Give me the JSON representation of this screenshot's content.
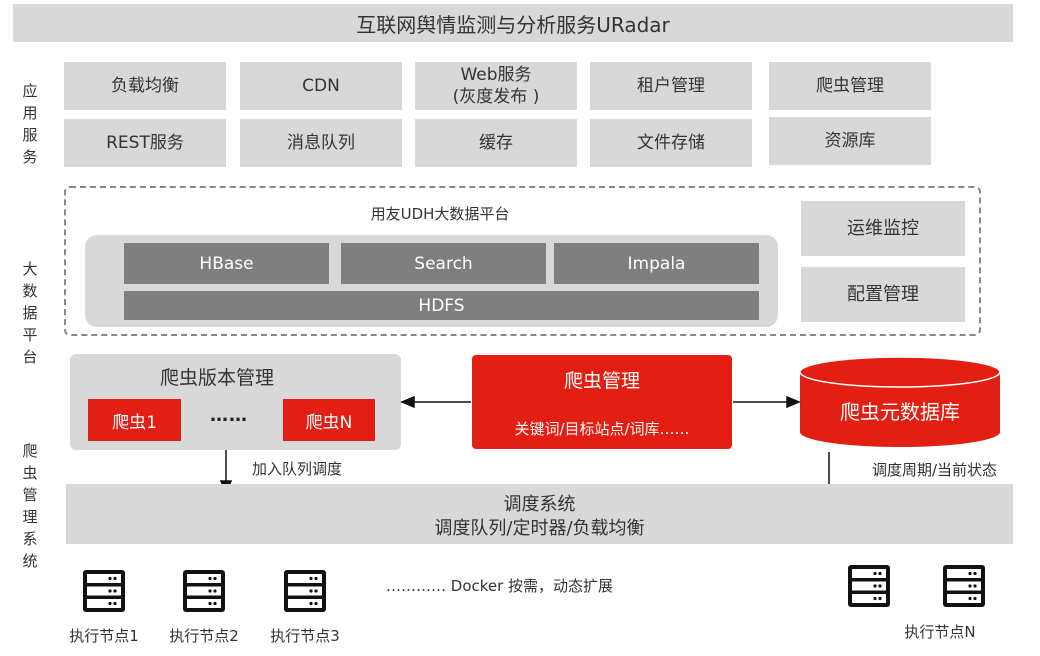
{
  "title": "互联网舆情监测与分析服务URadar",
  "side_labels": {
    "app": "应用服务",
    "bigdata": "大数据平台",
    "crawler": "爬虫管理系统"
  },
  "app_services": {
    "row1": [
      "负载均衡",
      "CDN",
      "Web服务\n(灰度发布 )",
      "租户管理",
      "爬虫管理"
    ],
    "row2": [
      "REST服务",
      "消息队列",
      "缓存",
      "文件存储",
      "资源库"
    ]
  },
  "bigdata": {
    "platform_label": "用友UDH大数据平台",
    "components": [
      "HBase",
      "Search",
      "Impala"
    ],
    "storage": "HDFS",
    "ops_monitor": "运维监控",
    "config_mgmt": "配置管理"
  },
  "crawler": {
    "version_mgmt_title": "爬虫版本管理",
    "crawler1": "爬虫1",
    "ellipsis": "……",
    "crawlerN": "爬虫N",
    "mgmt_title": "爬虫管理",
    "mgmt_sub": "关键词/目标站点/词库……",
    "meta_db": "爬虫元数据库",
    "queue_label": "加入队列调度",
    "cycle_label": "调度周期/当前状态",
    "scheduler_title": "调度系统",
    "scheduler_sub": "调度队列/定时器/负载均衡",
    "docker_note": "………… Docker 按需，动态扩展",
    "nodes": [
      "执行节点1",
      "执行节点2",
      "执行节点3",
      "执行节点N"
    ]
  },
  "colors": {
    "gray_box": "#d8d8d8",
    "dark_gray": "#7f7f7f",
    "red": "#e31e12"
  },
  "icons": {
    "server": "server-icon",
    "arrow": "arrow-icon"
  }
}
